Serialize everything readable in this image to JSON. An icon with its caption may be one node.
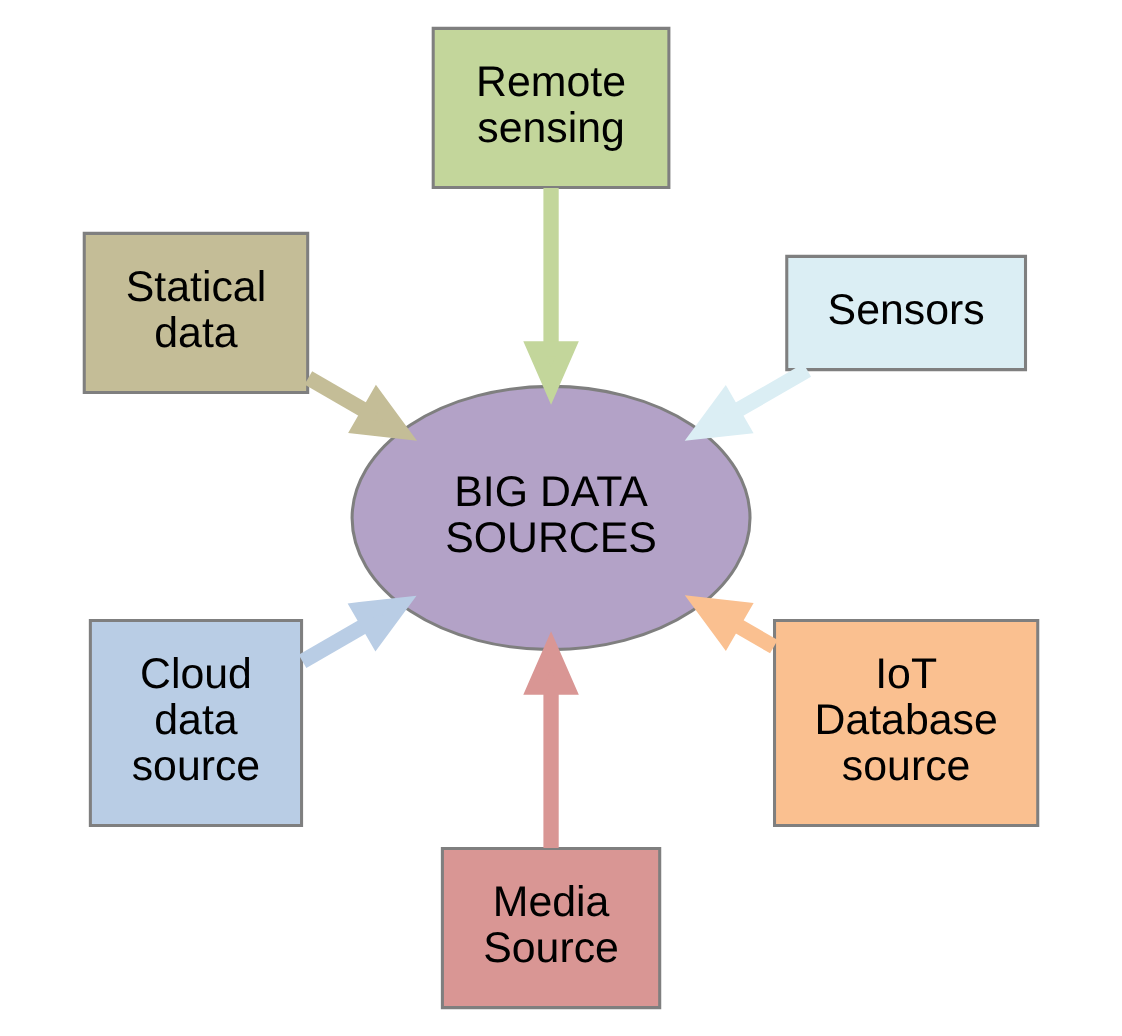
{
  "diagram": {
    "nodes": [
      {
        "text": [
          "Sensors"
        ]
      },
      {
        "text": [
          "Remote sensing"
        ]
      },
      {
        "text": [
          "Statical data"
        ]
      },
      {
        "text": [
          "BIG DATA SOURCES"
        ]
      },
      {
        "text": [
          "Cloud data source"
        ]
      },
      {
        "text": [
          "Media Source"
        ]
      },
      {
        "text": [
          "IoT Database source"
        ]
      }
    ],
    "edges": [
      {
        "from": 0,
        "to": 3,
        "arrow": "to",
        "color": "#dbeef4"
      },
      {
        "from": 1,
        "to": 3,
        "arrow": "to",
        "color": "#c3d69b"
      },
      {
        "from": 2,
        "to": 3,
        "arrow": "to",
        "color": "#c4bd97"
      },
      {
        "from": 4,
        "to": 3,
        "arrow": "to",
        "color": "#b9cde5"
      },
      {
        "from": 5,
        "to": 3,
        "arrow": "to",
        "color": "#d99694"
      },
      {
        "from": 6,
        "to": 3,
        "arrow": "to",
        "color": "#fac090"
      }
    ]
  }
}
